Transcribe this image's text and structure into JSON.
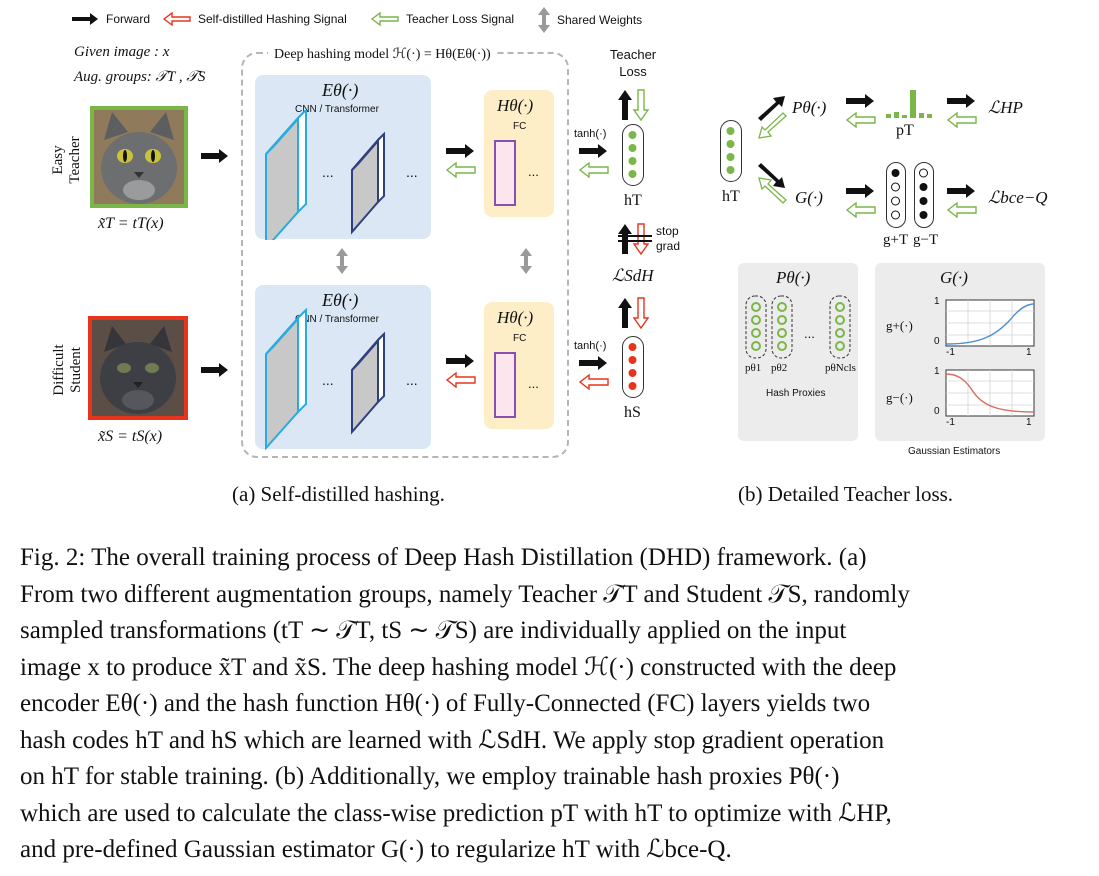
{
  "legend": {
    "forward": "Forward",
    "self_distilled": "Self-distilled Hashing Signal",
    "teacher_loss_signal": "Teacher Loss Signal",
    "shared_weights": "Shared Weights"
  },
  "left": {
    "given_image": "Given image : x",
    "aug_groups": "Aug. groups: 𝒯T , 𝒯S",
    "easy_teacher_1": "Easy",
    "easy_teacher_2": "Teacher",
    "difficult_student_1": "Difficult",
    "difficult_student_2": "Student",
    "xt_formula": "x̃T = tT(x)",
    "xs_formula": "x̃S = tS(x)",
    "model_title": "Deep hashing model ℋ(·) = Hθ(Eθ(·))",
    "encoder_label": "Eθ(·)",
    "encoder_sub": "CNN / Transformer",
    "fc_label": "Hθ(·)",
    "fc_sub": "FC",
    "dots": "...",
    "tanh": "tanh(·)",
    "teacher_loss_1": "Teacher",
    "teacher_loss_2": "Loss",
    "ht": "hT",
    "hs": "hS",
    "stop": "stop",
    "grad": "grad",
    "lsdh": "ℒSdH"
  },
  "right": {
    "p_theta": "Pθ(·)",
    "g": "G(·)",
    "pt": "pT",
    "lhp": "ℒHP",
    "lbce": "ℒbce−Q",
    "ht": "hT",
    "gplus": "g+T",
    "gminus": "g−T",
    "proxies_title": "Pθ(·)",
    "proxy_labels": [
      "pθ1",
      "pθ2",
      "pθNcls"
    ],
    "hash_proxies": "Hash Proxies",
    "gauss_title": "G(·)",
    "gplus_fn": "g+(·)",
    "gminus_fn": "g−(·)",
    "axis_one": "1",
    "axis_zero": "0",
    "axis_neg": "-1",
    "gaussian_estimators": "Gaussian Estimators"
  },
  "captions": {
    "a": "(a) Self-distilled hashing.",
    "b": "(b) Detailed Teacher loss."
  },
  "caption_lines": [
    "Fig. 2: The overall training process of Deep Hash Distillation (DHD) framework. (a)",
    "From two different augmentation groups, namely Teacher 𝒯T and Student 𝒯S, randomly",
    "sampled transformations (tT ∼ 𝒯T, tS ∼ 𝒯S) are individually applied on the input",
    "image x to produce x̃T and x̃S. The deep hashing model ℋ(·) constructed with the deep",
    "encoder Eθ(·) and the hash function Hθ(·) of Fully-Connected (FC) layers yields two",
    "hash codes hT and hS which are learned with ℒSdH. We apply stop gradient operation",
    "on hT for stable training. (b) Additionally, we employ trainable hash proxies Pθ(·)",
    "which are used to calculate the class-wise prediction pT with hT to optimize with ℒHP,",
    "and pre-defined Gaussian estimator G(·) to regularize hT with ℒbce-Q."
  ],
  "colors": {
    "green": "#7ab648",
    "red": "#e8341c",
    "blue_panel": "#dbe7f4",
    "fc_panel": "#fdeec8",
    "purple": "#8a4fb3",
    "cyan": "#29abe2",
    "navy": "#2f3f7f"
  }
}
